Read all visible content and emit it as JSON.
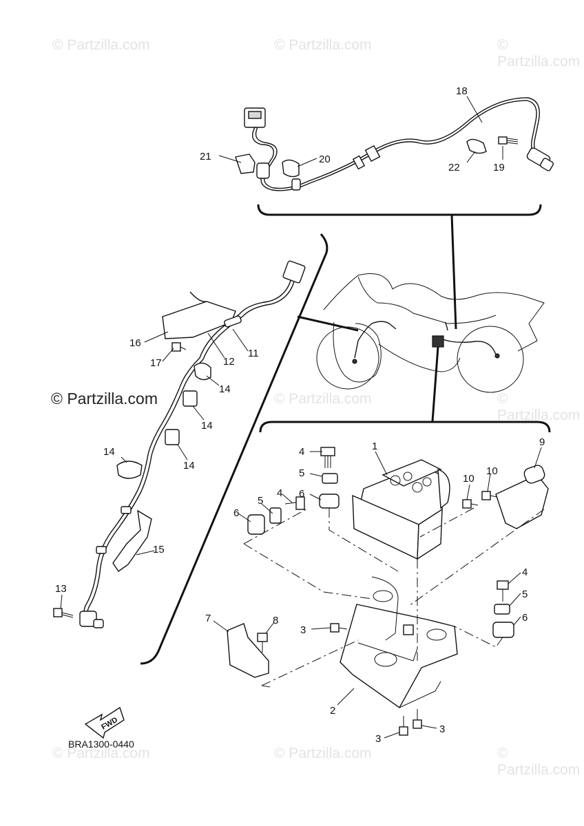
{
  "watermarks": [
    "© Partzilla.com",
    "© Partzilla.com",
    "© Partzilla.com",
    "© Partzilla.com",
    "© Partzilla.com",
    "© Partzilla.com",
    "© Partzilla.com",
    "© Partzilla.com"
  ],
  "main_watermark": "© Partzilla.com",
  "diagram_code": "BRA1300-0440",
  "fwd_label": "FWD",
  "callouts": [
    "18",
    "21",
    "20",
    "22",
    "19",
    "16",
    "17",
    "12",
    "11",
    "14",
    "14",
    "14",
    "14",
    "15",
    "13",
    "1",
    "4",
    "5",
    "6",
    "4",
    "5",
    "6",
    "9",
    "10",
    "10",
    "4",
    "5",
    "6",
    "7",
    "8",
    "3",
    "2",
    "3",
    "3"
  ]
}
